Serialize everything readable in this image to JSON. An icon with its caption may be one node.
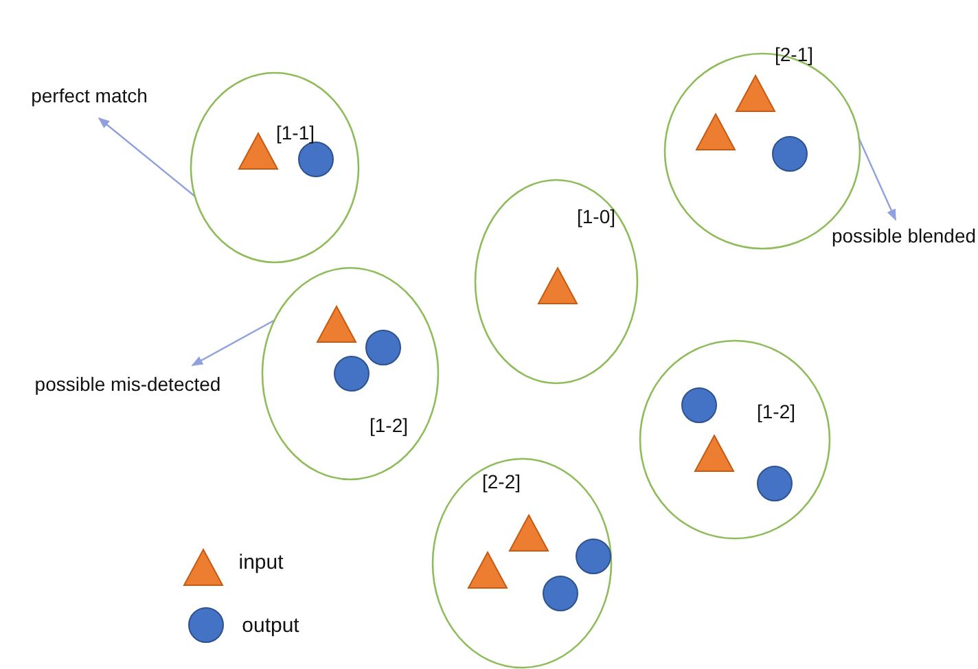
{
  "diagram": {
    "nodes": [
      {
        "text": [
          "perfect match"
        ]
      },
      {
        "text": [
          "[1-1]"
        ]
      },
      {
        "text": [],
        "shape": "triangle",
        "in": 1
      },
      {
        "text": [],
        "shape": "circle",
        "in": 1
      },
      {
        "text": [
          "[2-1]"
        ]
      },
      {
        "text": [],
        "shape": "triangle",
        "in": 4
      },
      {
        "text": [],
        "shape": "triangle",
        "in": 4
      },
      {
        "text": [],
        "shape": "circle",
        "in": 4
      },
      {
        "text": [
          "possible blended"
        ]
      },
      {
        "text": [
          "[1-0]"
        ]
      },
      {
        "text": [],
        "shape": "triangle",
        "in": 9
      },
      {
        "text": [
          "[1-2]"
        ]
      },
      {
        "text": [],
        "shape": "triangle",
        "in": 11
      },
      {
        "text": [],
        "shape": "circle",
        "in": 11
      },
      {
        "text": [],
        "shape": "circle",
        "in": 11
      },
      {
        "text": [
          "possible mis-detected"
        ]
      },
      {
        "text": [
          "[1-2]"
        ]
      },
      {
        "text": [],
        "shape": "circle",
        "in": 16
      },
      {
        "text": [],
        "shape": "triangle",
        "in": 16
      },
      {
        "text": [],
        "shape": "circle",
        "in": 16
      },
      {
        "text": [
          "[2-2]"
        ]
      },
      {
        "text": [],
        "shape": "triangle",
        "in": 20
      },
      {
        "text": [],
        "shape": "triangle",
        "in": 20
      },
      {
        "text": [],
        "shape": "circle",
        "in": 20
      },
      {
        "text": [],
        "shape": "circle",
        "in": 20
      }
    ],
    "edges": [
      {
        "from": 1,
        "to": 0,
        "arrow": "to"
      },
      {
        "from": 4,
        "to": 8,
        "arrow": "to"
      },
      {
        "from": 11,
        "to": 15,
        "arrow": "to"
      }
    ],
    "legend": [
      {
        "text": "input"
      },
      {
        "text": "output"
      }
    ]
  }
}
